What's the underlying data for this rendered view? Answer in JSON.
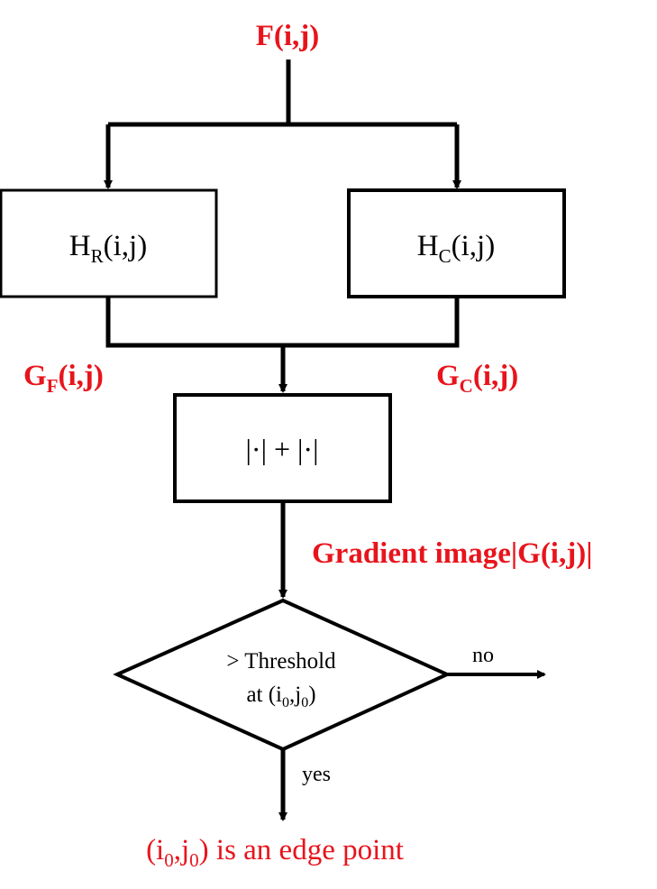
{
  "colors": {
    "label_red": "#e8141c",
    "stroke": "#000000",
    "background": "#ffffff"
  },
  "input": {
    "main": "F(i,j)"
  },
  "filters": {
    "row": {
      "main": "H",
      "sub": "R",
      "suffix": "(i,j)"
    },
    "col": {
      "main": "H",
      "sub": "C",
      "suffix": "(i,j)"
    }
  },
  "outputs": {
    "gf": {
      "main": "G",
      "sub": "F",
      "suffix": "(i,j)"
    },
    "gc": {
      "main": "G",
      "sub": "C",
      "suffix": "(i,j)"
    }
  },
  "combiner": {
    "label": "|·| + |·|"
  },
  "gradient": {
    "label": "Gradient image|G(i,j)|"
  },
  "decision": {
    "line1": "> Threshold",
    "line2_prefix": "at (i",
    "line2_sub1": "0",
    "line2_mid": ",j",
    "line2_sub2": "0",
    "line2_suffix": ")"
  },
  "branches": {
    "no": "no",
    "yes": "yes"
  },
  "result": {
    "prefix": "(i",
    "sub1": "0",
    "mid": ",j",
    "sub2": "0",
    "suffix": ") is an edge point"
  }
}
